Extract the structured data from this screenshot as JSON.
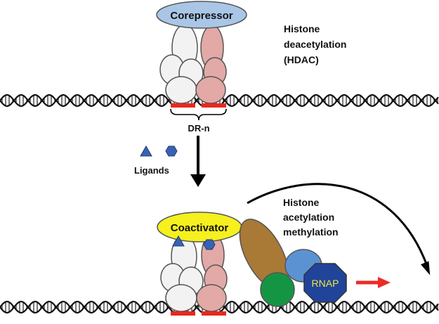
{
  "labels": {
    "corepressor": "Corepressor",
    "hdac_line1": "Histone",
    "hdac_line2": "deacetylation",
    "hdac_line3": "(HDAC)",
    "drn": "DR-n",
    "ligands": "Ligands",
    "coactivator": "Coactivator",
    "hat_line1": "Histone",
    "hat_line2": "acetylation",
    "hat_line3": "methylation",
    "rnap": "RNAP"
  },
  "colors": {
    "corepressor": "#a9c6e6",
    "coactivator": "#f5f01e",
    "receptor_white": "#f2f2f2",
    "receptor_pink": "#e2a9a6",
    "dna_element": "#e8281e",
    "ligand": "#3a62b0",
    "brown_factor": "#a97936",
    "blue_factor": "#5b93d2",
    "green_factor": "#149544",
    "rnap": "#20449a",
    "rnap_text": "#f0e63c",
    "transcription_arrow": "#ee2a24"
  },
  "icons": [
    "triangle-ligand-icon",
    "hexagon-ligand-icon",
    "octagon-rnap-icon"
  ]
}
